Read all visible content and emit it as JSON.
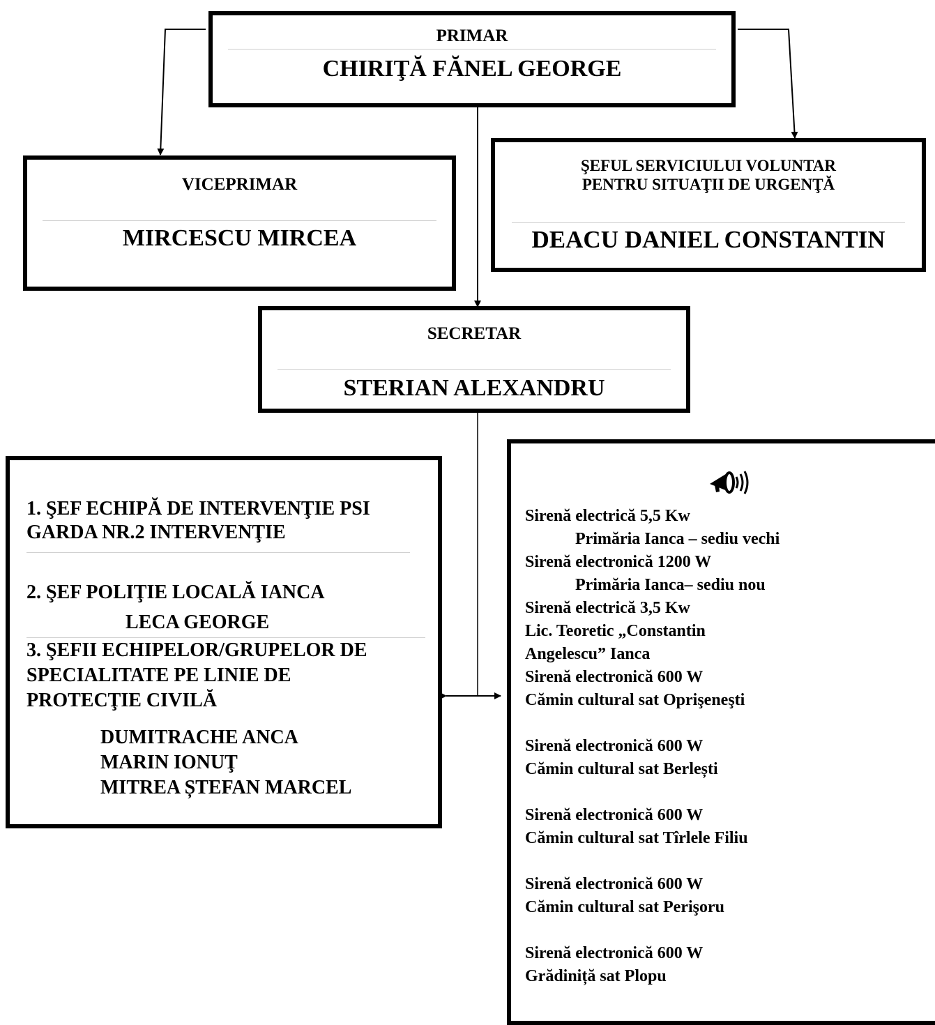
{
  "primar": {
    "title": "PRIMAR",
    "name": "CHIRIŢĂ FĂNEL GEORGE"
  },
  "viceprimar": {
    "title": "VICEPRIMAR",
    "name": "MIRCESCU MIRCEA"
  },
  "svsu": {
    "title_line1": "ŞEFUL SERVICIULUI VOLUNTAR",
    "title_line2": "PENTRU SITUAŢII DE URGENŢĂ",
    "name": "DEACU DANIEL CONSTANTIN"
  },
  "secretar": {
    "title": "SECRETAR",
    "name": "STERIAN ALEXANDRU"
  },
  "teams": {
    "item1_line1": "1. ŞEF ECHIPĂ DE INTERVENŢIE PSI",
    "item1_line2": "GARDA NR.2 INTERVENŢIE",
    "item2_line1": "2. ŞEF POLIŢIE LOCALĂ IANCA",
    "item2_name": "LECA GEORGE",
    "item3_line1": "3. ŞEFII ECHIPELOR/GRUPELOR DE",
    "item3_line2": "SPECIALITATE PE LINIE DE",
    "item3_line3": "PROTECŢIE CIVILĂ",
    "members": [
      "DUMITRACHE ANCA",
      "MARIN IONUŢ",
      "MITREA ȘTEFAN MARCEL"
    ]
  },
  "sirens": {
    "icon": "megaphone-icon",
    "lines": [
      "Sirenă electrică 5,5 Kw",
      "Primăria Ianca – sediu vechi",
      "Sirenă electronică 1200 W",
      "Primăria Ianca– sediu nou",
      "Sirenă electrică 3,5 Kw",
      "Lic. Teoretic „Constantin",
      "Angelescu” Ianca",
      "Sirenă electronică 600 W",
      "Cămin cultural sat Oprişeneşti",
      "Sirenă electronică 600 W",
      "Cămin cultural sat Berlești",
      "Sirenă electronică 600 W",
      "Cămin cultural sat Tîrlele Filiu",
      "Sirenă electronică 600 W",
      "Cămin cultural sat Perişoru",
      "Sirenă electronică 600 W",
      "Grădiniță sat Plopu"
    ]
  }
}
